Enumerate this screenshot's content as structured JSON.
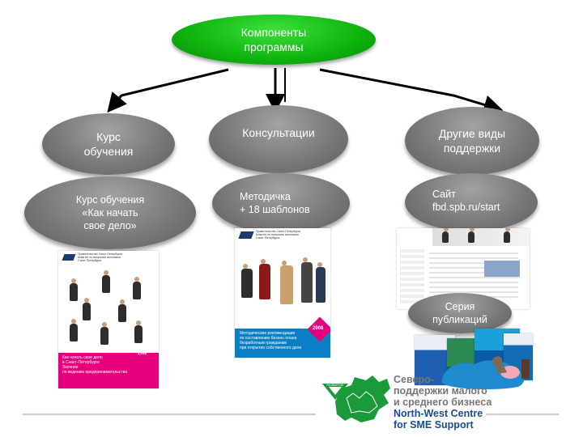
{
  "root": {
    "label": "Компоненты\nпрограммы",
    "color": "#16c116"
  },
  "branches": [
    {
      "label": "Курс\nобучения"
    },
    {
      "label": "Консультации"
    },
    {
      "label": "Другие виды\nподдержки"
    }
  ],
  "items": [
    {
      "label": "Курс обучения\n«Как начать\nсвое дело»"
    },
    {
      "label": "Методичка\n+ 18 шаблонов"
    },
    {
      "label": "Сайт\nfbd.spb.ru/start"
    },
    {
      "label": "Серия\nпубликаций"
    }
  ],
  "book_course": {
    "header": "Правительство Санкт-Петербурга\nКомитет по вопросам экономики\nСанкт-Петербурга",
    "footer": "Как начать свое дело\nв Санкт-Петербурге\nЗаочное\nпо ведению предпринимательства",
    "year": "2008"
  },
  "book_guide": {
    "header": "Правительство Санкт-Петербурга\nКомитет по вопросам экономики\nСанкт-Петербурга",
    "footer": "Методические рекомендации\nпо составлению бизнес-плана\nбезработным гражданам\nпри открытии собственного дела",
    "year": "2008"
  },
  "logo": {
    "lines": [
      "Северо-",
      "поддержки малого",
      "и среднего бизнеса",
      "North-West Centre",
      "for SME Support"
    ],
    "mark_text": "РАЗВИТИЕ",
    "colors": {
      "green": "#1a9a3a",
      "blue": "#1a4b8c",
      "grey": "#777777"
    }
  }
}
